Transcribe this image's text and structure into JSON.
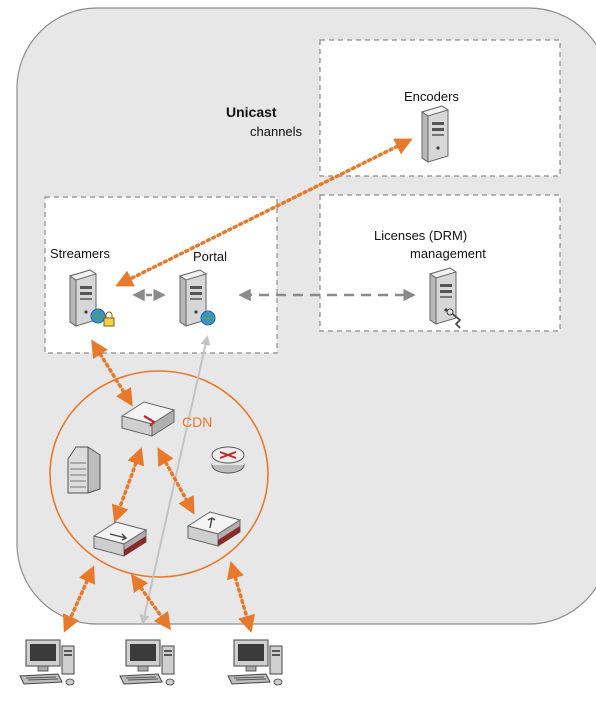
{
  "labels": {
    "unicast_bold": "Unicast",
    "unicast_rest": "channels",
    "encoders": "Encoders",
    "licenses_line1": "Licenses (DRM)",
    "licenses_line2": "management",
    "streamers": "Streamers",
    "portal": "Portal",
    "cdn": "CDN"
  },
  "colors": {
    "cloud_fill": "#e7e7e7",
    "cloud_stroke": "#8c8c8c",
    "box_stroke": "#8c8c8c",
    "orange": "#e8782a",
    "gray_arrow": "#8a8a8a",
    "portal_line": "#c4c4c4"
  },
  "icons": {
    "encoder": "server-icon",
    "license": "server-key-icon",
    "streamer": "server-globe-lock-icon",
    "portal": "server-globe-icon",
    "cdn_router": "router-icon",
    "cdn_storage": "storage-icon",
    "cdn_edge": "network-switch-icon",
    "client": "desktop-computer-icon"
  }
}
